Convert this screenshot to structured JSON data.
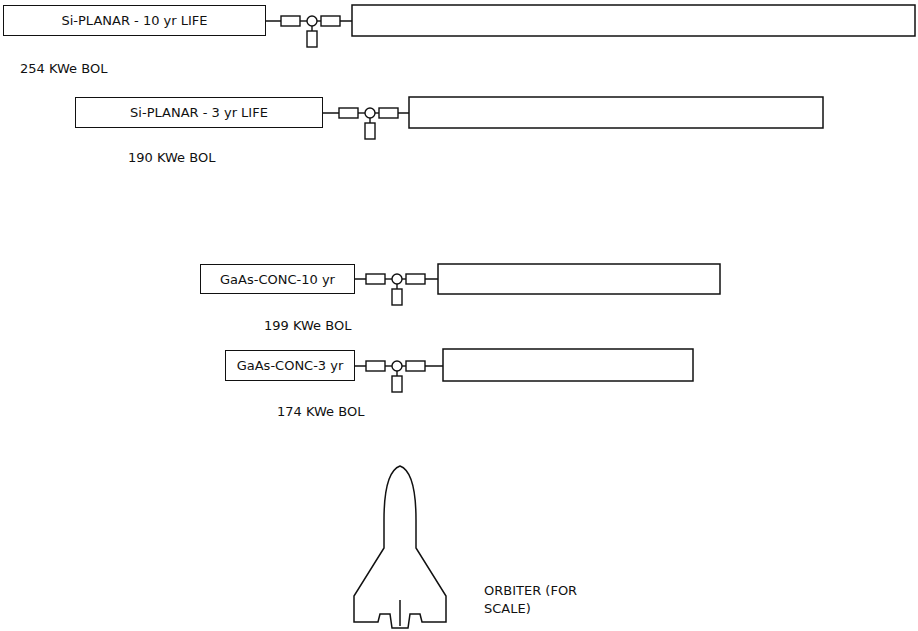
{
  "diagram": {
    "nodes": [
      {
        "text": [
          "Si-PLANAR - 10 yr LIFE"
        ]
      },
      {
        "text": [
          "Si-PLANAR - 3 yr LIFE"
        ]
      },
      {
        "text": [
          "GaAs-CONC-10 yr"
        ]
      },
      {
        "text": [
          "GaAs-CONC-3 yr"
        ]
      }
    ],
    "labels": [
      "254 KWe BOL",
      "190 KWe BOL",
      "199 KWe BOL",
      "174 KWe BOL",
      "ORBITER (FOR SCALE)"
    ]
  }
}
